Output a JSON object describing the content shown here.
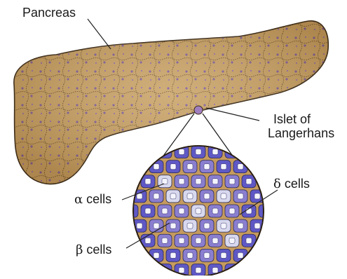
{
  "labels": {
    "pancreas": "Pancreas",
    "islet_line1": "Islet of",
    "islet_line2": "Langerhans",
    "alpha_symbol": "α",
    "beta_symbol": "β",
    "delta_symbol": "δ",
    "cells_word": "cells"
  },
  "colors": {
    "pancreas_fill": "#c8a062",
    "pancreas_outline": "#3a2a18",
    "acinar_dot": "#7a5a9a",
    "islet_background": "#c49a5e",
    "alpha_cell": "#8a7ed0",
    "beta_cell": "#5f58c6",
    "delta_cell": "#d8d8ee",
    "nucleus": "#f4f4ff"
  }
}
